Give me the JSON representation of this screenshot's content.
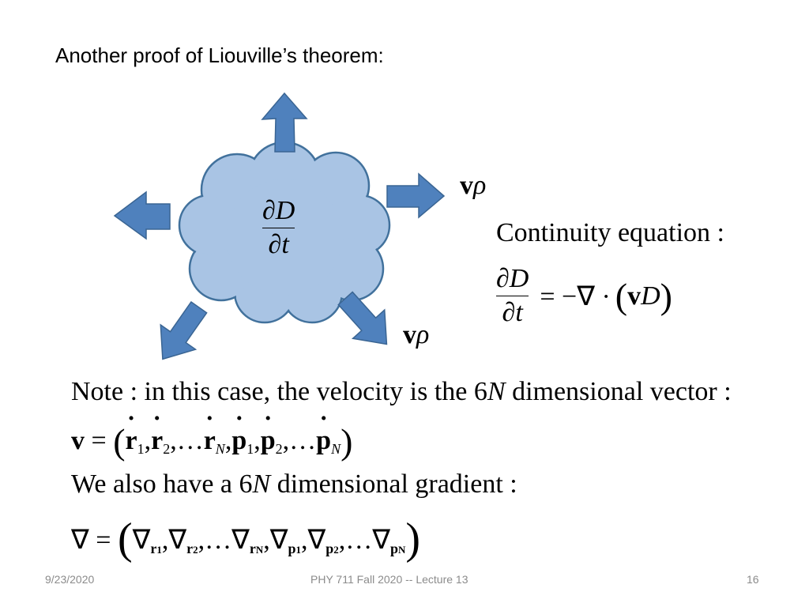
{
  "title": "Another proof of Liouville’s theorem:",
  "figure": {
    "cloud_numerator": "∂D",
    "cloud_denominator": "∂t",
    "flux_label_bold": "v",
    "flux_label_rho": "ρ",
    "colors": {
      "cloud_fill": "#a9c4e4",
      "cloud_stroke": "#41719c",
      "arrow_fill": "#4f81bd",
      "arrow_stroke": "#3a6593"
    },
    "icons": [
      "arrow-up-icon",
      "arrow-right-icon",
      "arrow-left-icon",
      "arrow-down-left-icon",
      "arrow-down-right-icon"
    ]
  },
  "continuity": {
    "label": "Continuity equation :",
    "numerator": "∂D",
    "denominator": "∂t",
    "rhs_op": "= −∇ ·",
    "rhs_v": "v",
    "rhs_D": "D"
  },
  "note": {
    "line1_a": "Note : in this case, the velocity is the 6",
    "line1_N": "N",
    "line1_b": " dimensional vector :",
    "v_lhs": "v",
    "eq": " = ",
    "r": "r",
    "p": "p",
    "sub1": "1",
    "sub2": "2",
    "subN": "N",
    "comma": ",",
    "dots": "…",
    "line3_a": "We also have a 6",
    "line3_N": "N",
    "line3_b": " dimensional gradient :",
    "nabla": "∇",
    "open": "(",
    "close": ")"
  },
  "footer": {
    "date": "9/23/2020",
    "center": "PHY 711  Fall 2020 -- Lecture 13",
    "page": "16"
  }
}
